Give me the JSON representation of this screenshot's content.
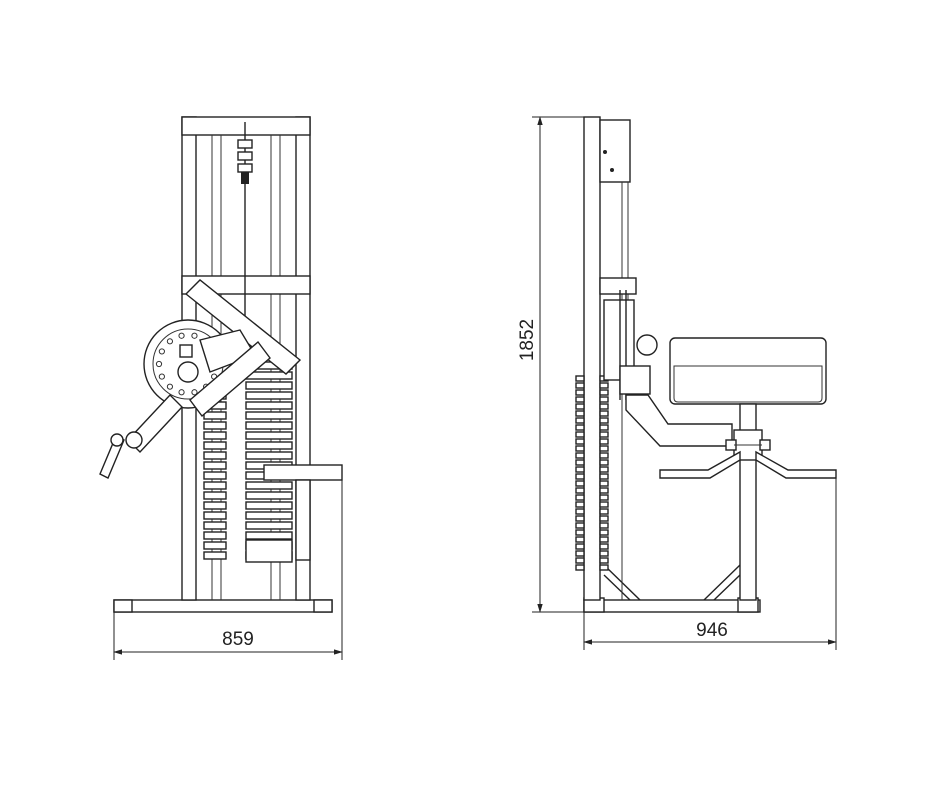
{
  "dimensions": {
    "front_width": "859",
    "side_height": "1852",
    "side_depth": "946"
  }
}
